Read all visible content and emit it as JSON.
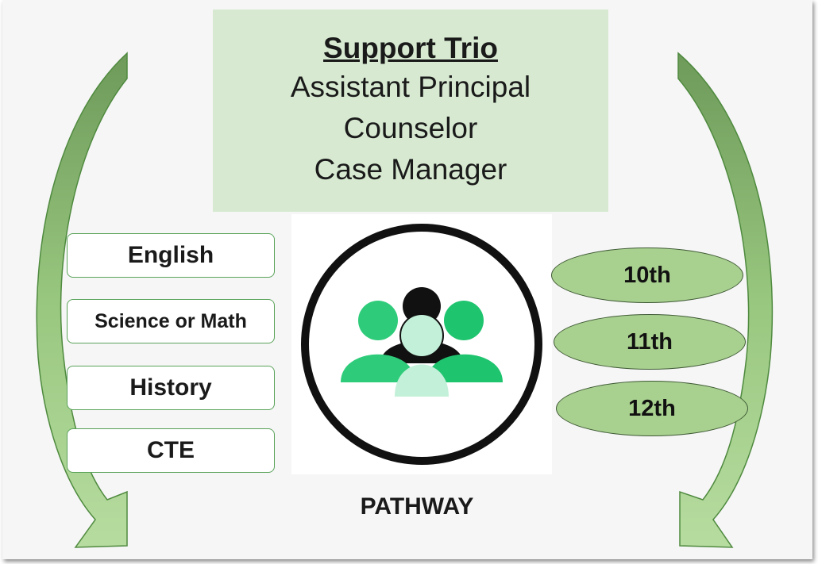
{
  "support_trio": {
    "title": "Support Trio",
    "roles": [
      "Assistant Principal",
      "Counselor",
      "Case Manager"
    ]
  },
  "subjects": [
    "English",
    "Science or Math",
    "History",
    "CTE"
  ],
  "grades": [
    "10th",
    "11th",
    "12th"
  ],
  "footer_label": "PATHWAY",
  "icon": "people-group-icon",
  "colors": {
    "trio_box": "#d7ead1",
    "grade_fill": "#a8d08f",
    "arrow_fill": "#a8d08f",
    "ring": "#111111",
    "person_green": "#1fc46f",
    "person_mint": "#bfeed6"
  }
}
